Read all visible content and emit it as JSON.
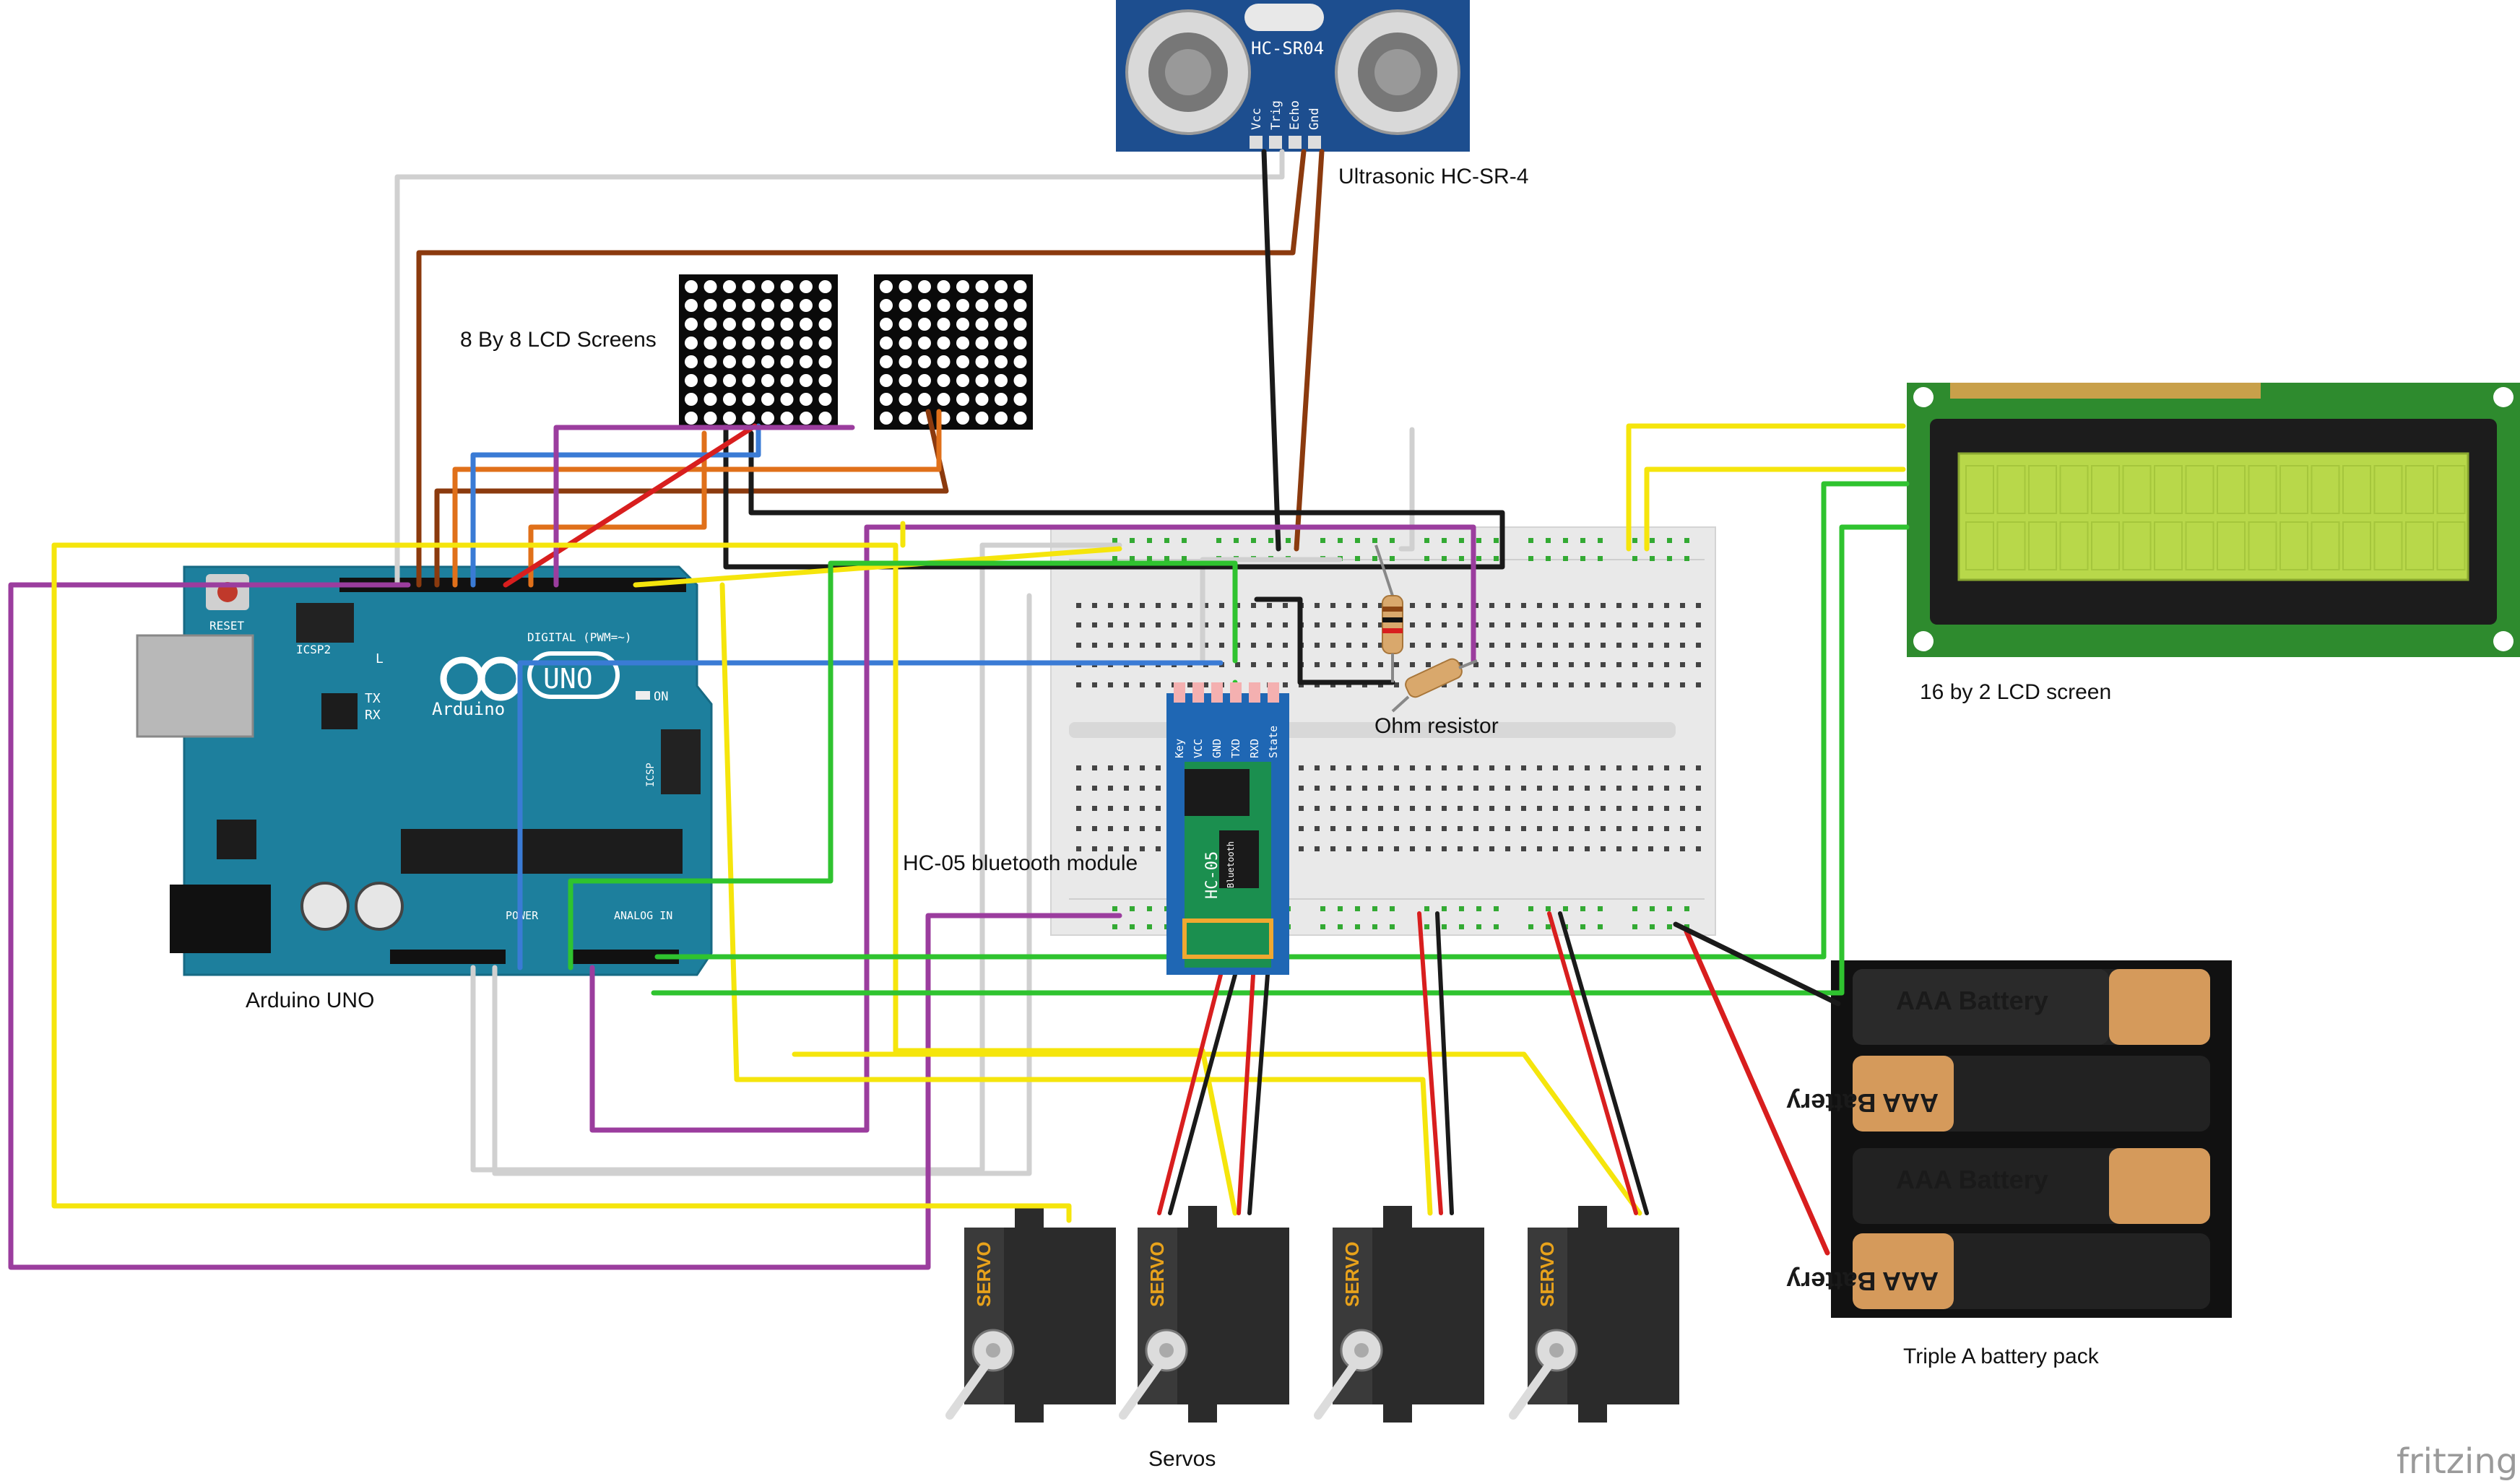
{
  "labels": {
    "ultrasonic": "Ultrasonic HC-SR-4",
    "matrix": "8 By 8 LCD Screens",
    "lcd16x2": "16 by 2 LCD screen",
    "resistor": "Ohm resistor",
    "bluetooth": "HC-05 bluetooth module",
    "arduino": "Arduino UNO",
    "battery": "Triple A battery pack",
    "servos": "Servos",
    "watermark": "fritzing"
  },
  "components": {
    "sensor_model": "HC-SR04",
    "sensor_pins": [
      "Vcc",
      "Trig",
      "Echo",
      "Gnd"
    ],
    "arduino_brand": "Arduino",
    "arduino_model": "UNO",
    "arduino_reset": "RESET",
    "arduino_icsp2": "ICSP2",
    "arduino_icsp": "ICSP",
    "arduino_digital": "DIGITAL (PWM=~)",
    "arduino_power": "POWER",
    "arduino_analog": "ANALOG IN",
    "arduino_on": "ON",
    "arduino_leds": [
      "L",
      "TX",
      "RX"
    ],
    "bt_pins": [
      "Key",
      "VCC",
      "GND",
      "TXD",
      "RXD",
      "State"
    ],
    "bt_chip": "HC-05",
    "bt_sub": "Bluetooth",
    "battery_cells": [
      "AAA Battery",
      "AAA Battery",
      "AAA Battery",
      "AAA Battery"
    ],
    "servo_text": "SERVO"
  },
  "colors": {
    "wire_yellow": "#f5e50c",
    "wire_purple": "#9b3d9e",
    "wire_green": "#2fc32f",
    "wire_brown": "#8b3a0e",
    "wire_orange": "#e0701a",
    "wire_blue": "#3a7bd5",
    "wire_red": "#d81e1e",
    "wire_black": "#1a1a1a",
    "wire_white": "#d0d0d0",
    "arduino": "#1d7f9d",
    "sensor": "#1d4e8f",
    "lcd_board": "#2e8b2e",
    "lcd_screen": "#b8d84a",
    "bt_board": "#1f67b4",
    "breadboard": "#e9e9e9"
  }
}
